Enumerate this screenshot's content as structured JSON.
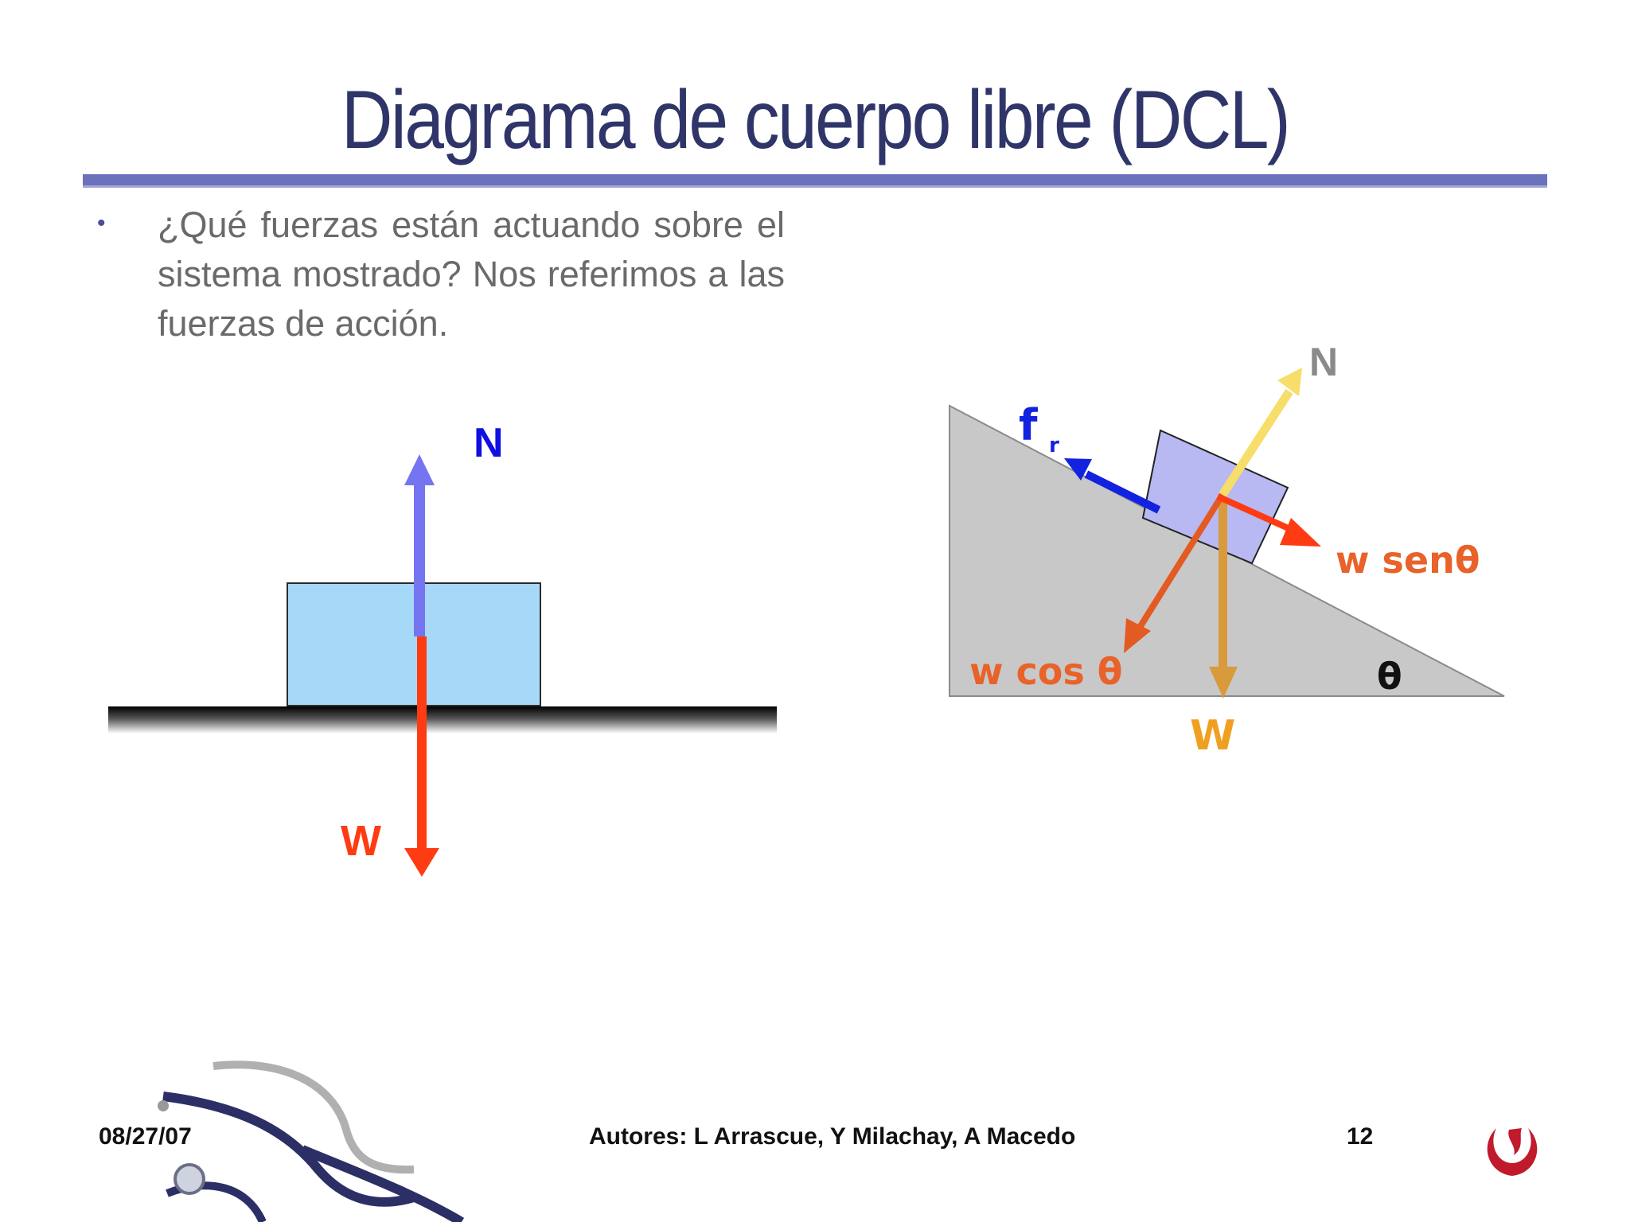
{
  "slide": {
    "title": "Diagrama de cuerpo libre (DCL)",
    "bullet": "¿Qué fuerzas están actuando sobre el sistema mostrado? Nos referimos a las fuerzas de acción."
  },
  "flat_diagram": {
    "label_normal": "N",
    "label_weight": "W",
    "colors": {
      "block": "#a6d8f7",
      "normal_arrow": "#6f6ff0",
      "weight_arrow": "#ff3b14",
      "label_normal": "#1010e0",
      "label_weight": "#ff3b14"
    }
  },
  "incline_diagram": {
    "label_normal": "N",
    "label_friction": "f",
    "label_friction_sub": "r",
    "label_w_sen": "w senθ",
    "label_w_cos": "w cos θ",
    "label_weight": "W",
    "label_angle": "θ",
    "colors": {
      "incline": "#c8c8c8",
      "block": "#b8b8f2",
      "normal_arrow": "#f7dd6a",
      "friction_arrow": "#1222e0",
      "w_sen_arrow": "#ff3b14",
      "w_cos_arrow": "#e35a22",
      "weight_arrow": "#d89a3a",
      "normal_label": "#8a8a8a",
      "w_label": "#e8622a",
      "weight_label": "#f0a020"
    }
  },
  "footer": {
    "date": "08/27/07",
    "authors": "Autores: L Arrascue, Y Milachay, A Macedo",
    "page": "12",
    "logo_icon": "university-logo-icon",
    "decoration_icon": "stethoscope-icon"
  }
}
